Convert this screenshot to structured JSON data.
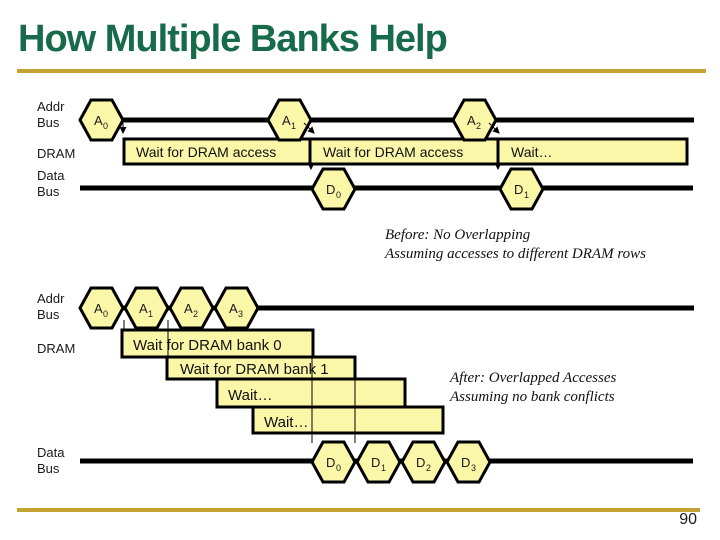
{
  "header": {
    "title": "How Multiple Banks Help"
  },
  "footer": {
    "page_number": "90"
  },
  "colors": {
    "title_green": "#176B4A",
    "gold_rule": "#C3A231",
    "shape_fill": "#FBF7A8",
    "line_color": "#000000"
  },
  "top": {
    "labels": {
      "addr1": "Addr",
      "addr2": "Bus",
      "dram": "DRAM",
      "data1": "Data",
      "data2": "Bus"
    },
    "addr_hex": [
      {
        "base": "A",
        "sub": "0"
      },
      {
        "base": "A",
        "sub": "1"
      },
      {
        "base": "A",
        "sub": "2"
      }
    ],
    "boxes": [
      {
        "label": "Wait for DRAM access"
      },
      {
        "label": "Wait for DRAM access"
      },
      {
        "label": "Wait…"
      }
    ],
    "data_hex": [
      {
        "base": "D",
        "sub": "0"
      },
      {
        "base": "D",
        "sub": "1"
      }
    ]
  },
  "captions": {
    "before_line1": "Before: No Overlapping",
    "before_line2": "Assuming accesses to different DRAM rows",
    "after_line1": "After: Overlapped Accesses",
    "after_line2": "Assuming no bank conflicts"
  },
  "bottom": {
    "labels": {
      "addr1": "Addr",
      "addr2": "Bus",
      "dram": "DRAM",
      "data1": "Data",
      "data2": "Bus"
    },
    "addr_hex": [
      {
        "base": "A",
        "sub": "0"
      },
      {
        "base": "A",
        "sub": "1"
      },
      {
        "base": "A",
        "sub": "2"
      },
      {
        "base": "A",
        "sub": "3"
      }
    ],
    "boxes": [
      {
        "label": "Wait for DRAM bank 0"
      },
      {
        "label": "Wait for DRAM bank 1"
      },
      {
        "label": "Wait…"
      },
      {
        "label": "Wait…"
      }
    ],
    "data_hex": [
      {
        "base": "D",
        "sub": "0"
      },
      {
        "base": "D",
        "sub": "1"
      },
      {
        "base": "D",
        "sub": "2"
      },
      {
        "base": "D",
        "sub": "3"
      }
    ]
  }
}
